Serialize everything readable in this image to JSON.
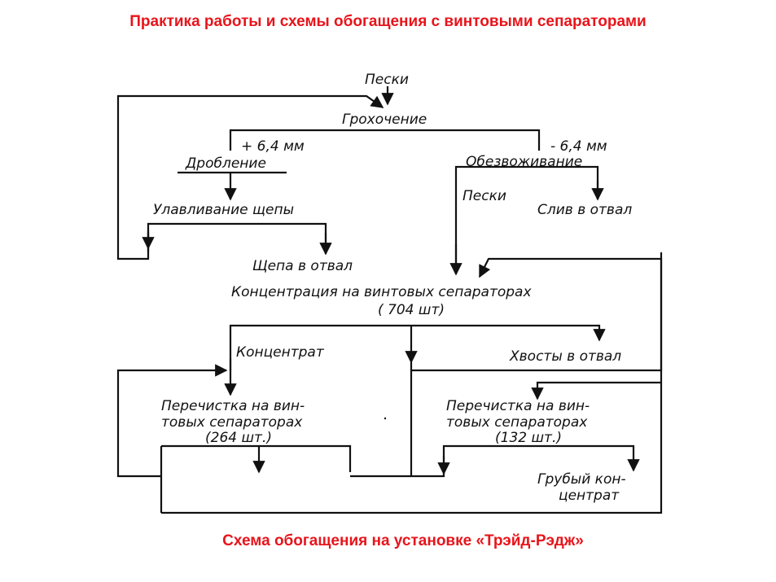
{
  "page": {
    "title": "Практика работы и схемы обогащения с винтовыми сепараторами",
    "caption": "Схема обогащения на установке «Трэйд-Рэдж»",
    "title_color": "#e8141b"
  },
  "diagram": {
    "sands_in": "Пески",
    "screening": "Грохочение",
    "plus_size": "+ 6,4 мм",
    "minus_size": "- 6,4 мм",
    "crushing": "Дробление",
    "dewatering": "Обезвоживание",
    "sands": "Пески",
    "overflow": "Слив в отвал",
    "chip_catching": "Улавливание щепы",
    "chips_waste": "Щепа в отвал",
    "concentration_line1": "Концентрация на винтовых сепараторах",
    "concentration_line2": "( 704 шт)",
    "concentrate": "Концентрат",
    "tailings": "Хвосты в отвал",
    "cleaning_left_line1": "Перечистка на вин-",
    "cleaning_left_line2": "товых сепараторах",
    "cleaning_left_line3": "(264 шт.)",
    "cleaning_right_line1": "Перечистка на вин-",
    "cleaning_right_line2": "товых сепараторах",
    "cleaning_right_line3": "(132 шт.)",
    "rough_line1": "Грубый кон-",
    "rough_line2": "центрат"
  }
}
